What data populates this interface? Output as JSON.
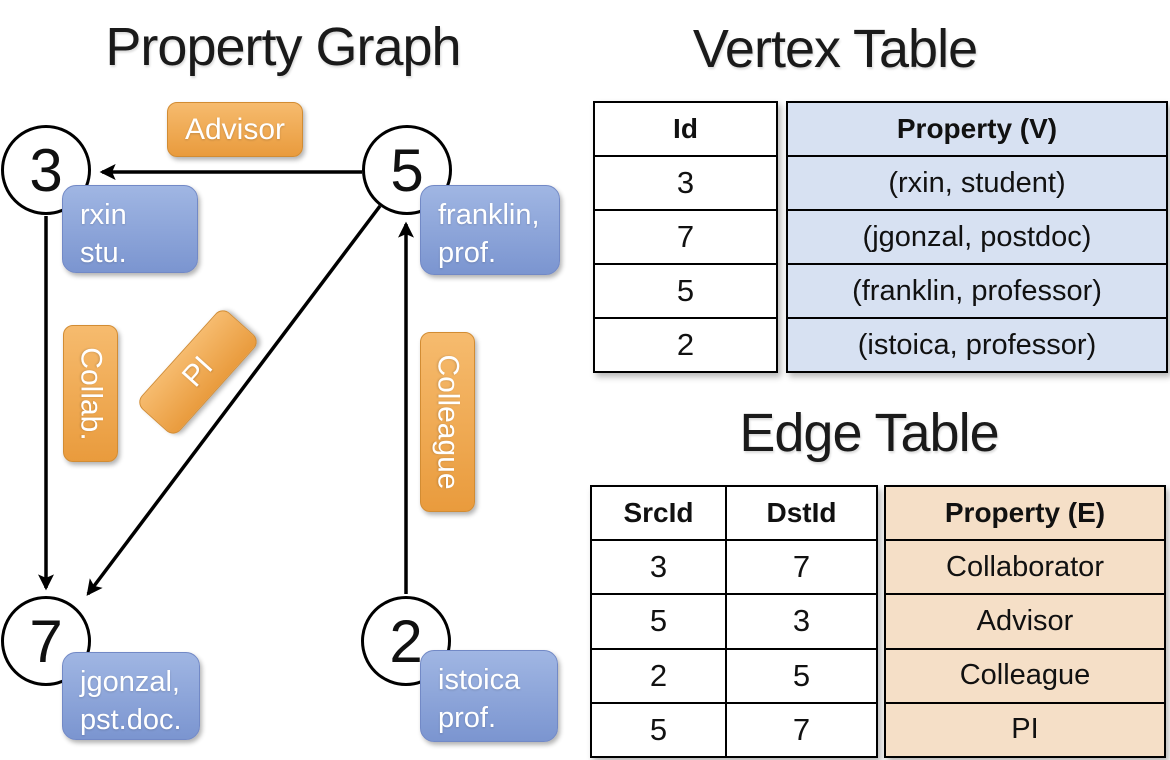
{
  "titles": {
    "graph": "Property Graph",
    "vertex_table": "Vertex Table",
    "edge_table": "Edge Table"
  },
  "colors": {
    "edge_label_gradient_top": "#f6bb6e",
    "edge_label_gradient_bottom": "#e99b3d",
    "vertex_box_gradient_top": "#a0b6e3",
    "vertex_box_gradient_bottom": "#7b95d0",
    "vertex_table_property_bg": "#d7e1f2",
    "edge_table_property_bg": "#f5dfc7",
    "graph_line": "#000000"
  },
  "graph": {
    "nodes": [
      {
        "id": "3"
      },
      {
        "id": "5"
      },
      {
        "id": "7"
      },
      {
        "id": "2"
      }
    ],
    "node_properties": [
      {
        "line1": "rxin",
        "line2": "stu."
      },
      {
        "line1": "franklin,",
        "line2": "prof."
      },
      {
        "line1": "jgonzal,",
        "line2": "pst.doc."
      },
      {
        "line1": "istoica",
        "line2": "prof."
      }
    ],
    "edge_labels": [
      {
        "text": "Advisor"
      },
      {
        "text": "Collab."
      },
      {
        "text": "PI"
      },
      {
        "text": "Colleague"
      }
    ]
  },
  "vertex_table": {
    "columns": [
      "Id",
      "Property (V)"
    ],
    "rows": [
      {
        "id": "3",
        "property": "(rxin, student)"
      },
      {
        "id": "7",
        "property": "(jgonzal, postdoc)"
      },
      {
        "id": "5",
        "property": "(franklin, professor)"
      },
      {
        "id": "2",
        "property": "(istoica, professor)"
      }
    ]
  },
  "edge_table": {
    "columns": [
      "SrcId",
      "DstId",
      "Property (E)"
    ],
    "rows": [
      {
        "src": "3",
        "dst": "7",
        "property": "Collaborator"
      },
      {
        "src": "5",
        "dst": "3",
        "property": "Advisor"
      },
      {
        "src": "2",
        "dst": "5",
        "property": "Colleague"
      },
      {
        "src": "5",
        "dst": "7",
        "property": "PI"
      }
    ]
  }
}
